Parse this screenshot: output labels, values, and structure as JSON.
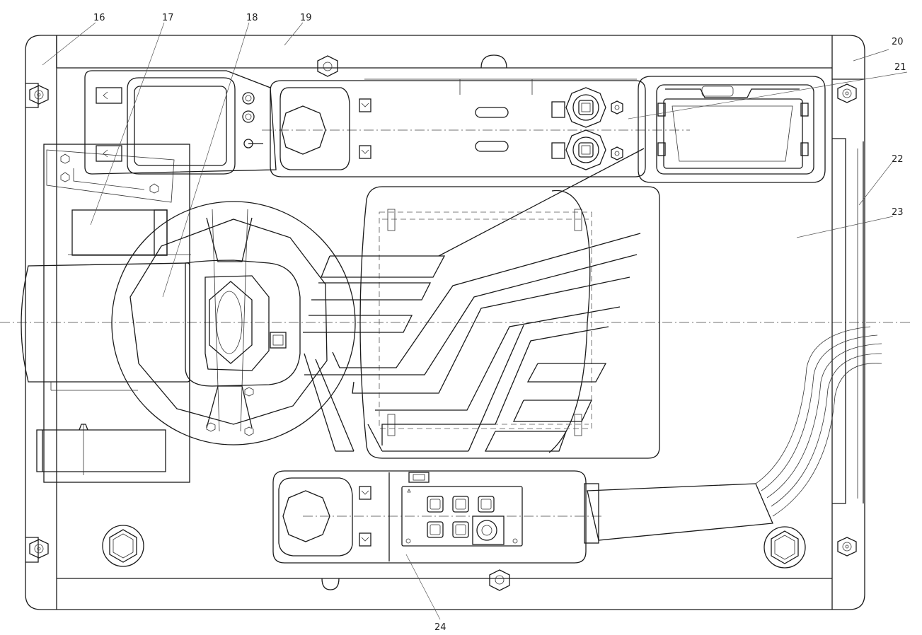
{
  "callouts": [
    {
      "id": "16",
      "label": "16"
    },
    {
      "id": "17",
      "label": "17"
    },
    {
      "id": "18",
      "label": "18"
    },
    {
      "id": "19",
      "label": "19"
    },
    {
      "id": "20",
      "label": "20"
    },
    {
      "id": "21",
      "label": "21"
    },
    {
      "id": "22",
      "label": "22"
    },
    {
      "id": "23",
      "label": "23"
    },
    {
      "id": "24",
      "label": "24"
    }
  ],
  "colors": {
    "line": "#1a1a1a",
    "background": "#ffffff"
  }
}
